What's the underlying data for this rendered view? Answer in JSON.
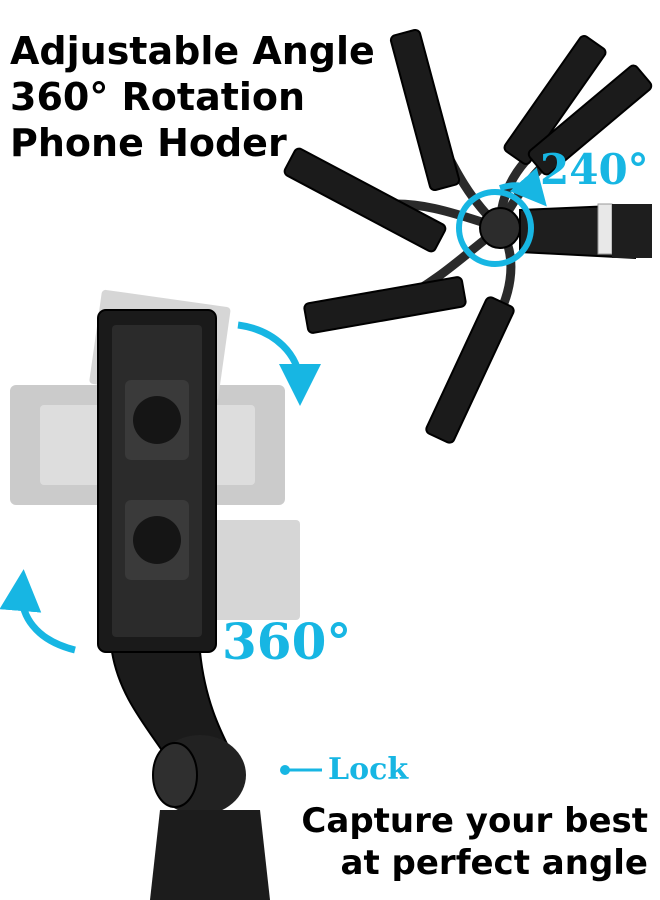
{
  "headline": {
    "line1": "Adjustable Angle",
    "line2": "360° Rotation",
    "line3": "Phone Hoder"
  },
  "labels": {
    "rotation_240": "240°",
    "rotation_360": "360°",
    "lock": "Lock"
  },
  "tagline": {
    "line1": "Capture your best",
    "line2": "at perfect angle"
  },
  "colors": {
    "accent": "#17b6e3",
    "device": "#1b1b1b",
    "background": "#ffffff"
  }
}
